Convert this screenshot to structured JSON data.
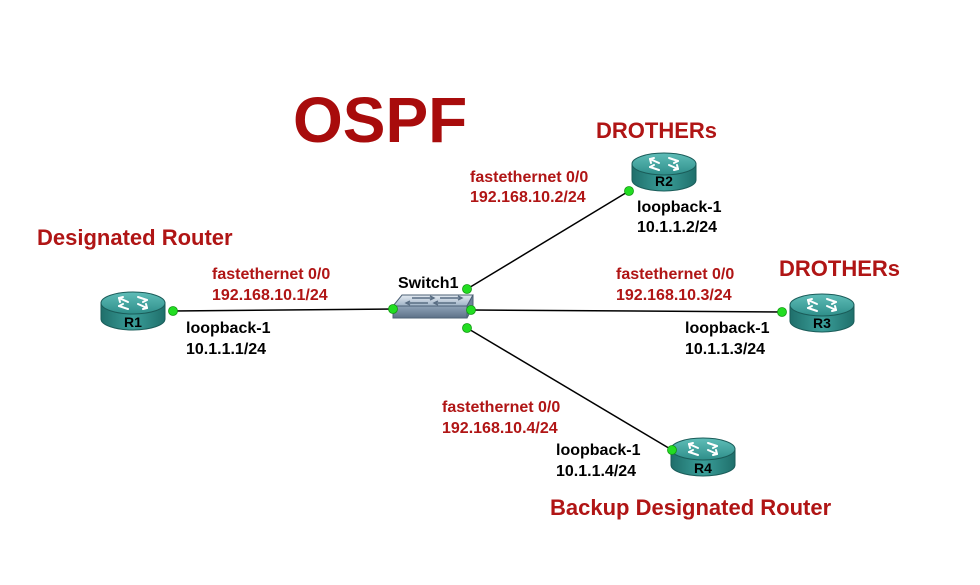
{
  "title": "OSPF",
  "colors": {
    "accent_red": "#b01515",
    "router_fill": "#2e8c88",
    "link_dot": "#22dd22"
  },
  "switch": {
    "name": "Switch1",
    "icon": "switch-icon"
  },
  "routers": [
    {
      "id": "r1",
      "name": "R1",
      "icon": "router-icon",
      "role": "Designated Router",
      "interface": "fastethernet 0/0",
      "ip": "192.168.10.1/24",
      "loopback": "loopback-1",
      "loopback_ip": "10.1.1.1/24"
    },
    {
      "id": "r2",
      "name": "R2",
      "icon": "router-icon",
      "role": "DROTHERs",
      "interface": "fastethernet 0/0",
      "ip": "192.168.10.2/24",
      "loopback": "loopback-1",
      "loopback_ip": "10.1.1.2/24"
    },
    {
      "id": "r3",
      "name": "R3",
      "icon": "router-icon",
      "role": "DROTHERs",
      "interface": "fastethernet 0/0",
      "ip": "192.168.10.3/24",
      "loopback": "loopback-1",
      "loopback_ip": "10.1.1.3/24"
    },
    {
      "id": "r4",
      "name": "R4",
      "icon": "router-icon",
      "role": "Backup Designated Router",
      "interface": "fastethernet 0/0",
      "ip": "192.168.10.4/24",
      "loopback": "loopback-1",
      "loopback_ip": "10.1.1.4/24"
    }
  ]
}
